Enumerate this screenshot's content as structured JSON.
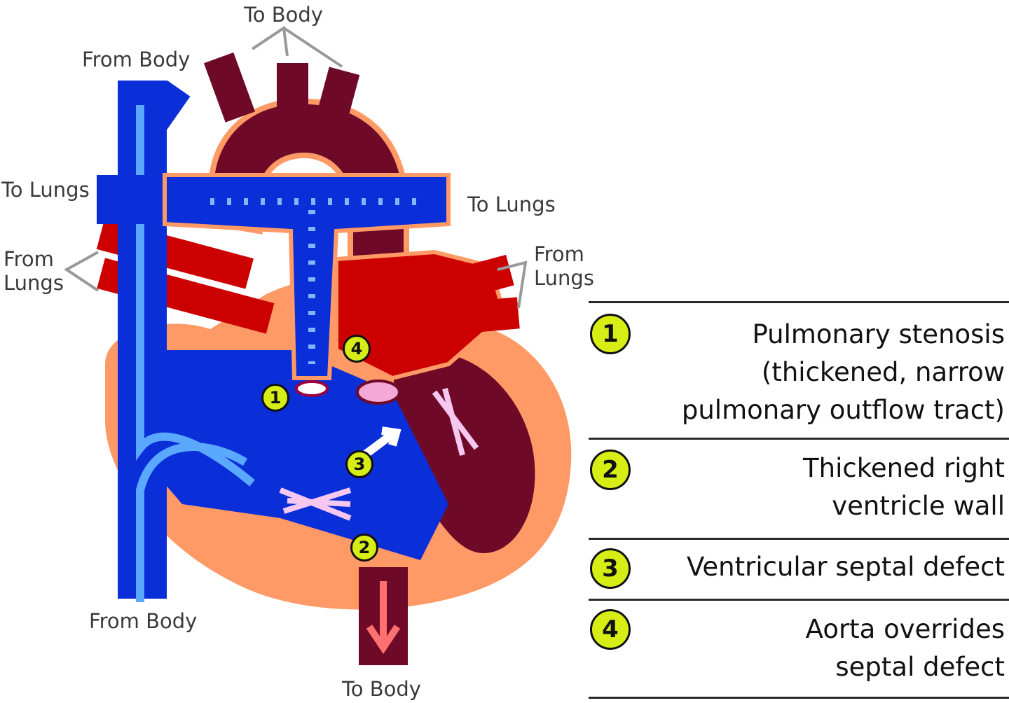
{
  "labels": {
    "to_body_top": "To Body",
    "from_body_top": "From Body",
    "to_lungs_left": "To Lungs",
    "to_lungs_right": "To Lungs",
    "from_lungs_left": "From\nLungs",
    "from_lungs_right": "From\nLungs",
    "from_body_bottom": "From Body",
    "to_body_bottom": "To Body"
  },
  "markers": [
    "1",
    "2",
    "3",
    "4"
  ],
  "legend": [
    {
      "number": "1",
      "text": "Pulmonary stenosis\n(thickened, narrow\npulmonary outflow tract)"
    },
    {
      "number": "2",
      "text": "Thickened right\nventricle wall"
    },
    {
      "number": "3",
      "text": "Ventricular septal defect"
    },
    {
      "number": "4",
      "text": "Aorta overrides\nseptal defect"
    }
  ],
  "colors": {
    "deoxygenated": "#0a2ed8",
    "oxygenated": "#cc0000",
    "aorta": "#6e0a28",
    "heart_wall": "#ff9a66",
    "flow_light": "#5aa8ff",
    "marker_fill": "#d6ee16"
  }
}
